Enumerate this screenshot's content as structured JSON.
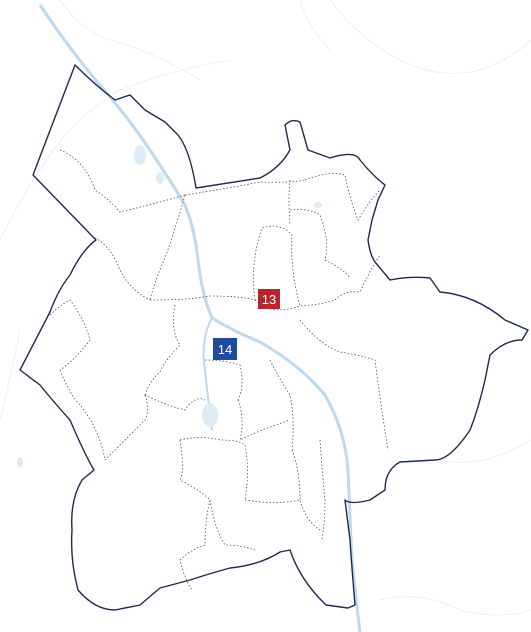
{
  "map": {
    "colors": {
      "background": "#ffffff",
      "boundary": "#1e2a52",
      "district_lines": "#4a4f60",
      "river": "#bcd9ee",
      "faint_roads": "#eceff3"
    },
    "markers": [
      {
        "id": "13",
        "label": "13",
        "color": "#b3272d"
      },
      {
        "id": "14",
        "label": "14",
        "color": "#1f4aa0"
      }
    ]
  }
}
